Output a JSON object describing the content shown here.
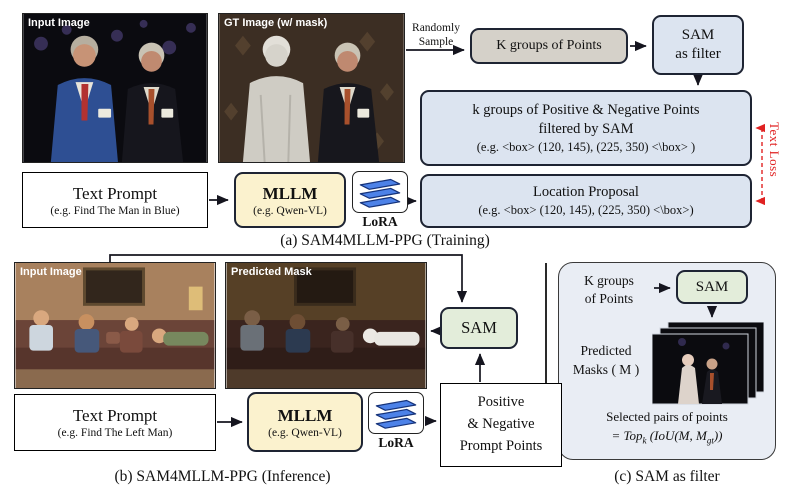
{
  "colors": {
    "box_blue": "#dce4f0",
    "box_gray": "#d5d1c9",
    "box_yellow": "#fbf2ce",
    "box_green": "#e3edda",
    "panel_blue": "#e9edf4",
    "lora_blue": "#4d82e8",
    "loss_red": "#e02222"
  },
  "training": {
    "input_image_label": "Input Image",
    "gt_image_label": "GT Image (w/ mask)",
    "randomly_sample": [
      "Randomly",
      "Sample"
    ],
    "k_groups_box": "K groups of Points",
    "sam_filter_box": [
      "SAM",
      "as filter"
    ],
    "pos_neg_box": [
      "k groups of Positive & Negative Points",
      "filtered by SAM",
      "(e.g. <box> (120, 145), (225, 350) <\\box> )"
    ],
    "text_prompt_title": "Text Prompt",
    "text_prompt_sub": "(e.g. Find The Man in Blue)",
    "mllm_title": "MLLM",
    "mllm_sub": "(e.g. Qwen-VL)",
    "lora_label": "LoRA",
    "location_box": [
      "Location Proposal",
      "(e.g. <box> (120, 145), (225, 350) <\\box>)"
    ],
    "text_loss_label": "Text Loss",
    "caption": "(a) SAM4MLLM-PPG (Training)"
  },
  "inference": {
    "input_image_label": "Input Image",
    "predicted_mask_label": "Predicted Mask",
    "sam_box": "SAM",
    "text_prompt_title": "Text Prompt",
    "text_prompt_sub": "(e.g. Find The Left Man)",
    "mllm_title": "MLLM",
    "mllm_sub": "(e.g. Qwen-VL)",
    "lora_label": "LoRA",
    "prompt_points_box": [
      "Positive",
      "& Negative",
      "Prompt Points"
    ],
    "caption": "(b) SAM4MLLM-PPG (Inference)"
  },
  "filter_panel": {
    "k_groups": [
      "K groups",
      "of Points"
    ],
    "sam_box": "SAM",
    "predicted_masks": [
      "Predicted",
      "Masks ( M )"
    ],
    "selected_line": "Selected pairs of points",
    "formula": {
      "p1": "= Top",
      "s1": "k",
      "p2": " (IoU(M, M",
      "s2": "gt",
      "p3": "))"
    },
    "caption": "(c) SAM as filter"
  }
}
